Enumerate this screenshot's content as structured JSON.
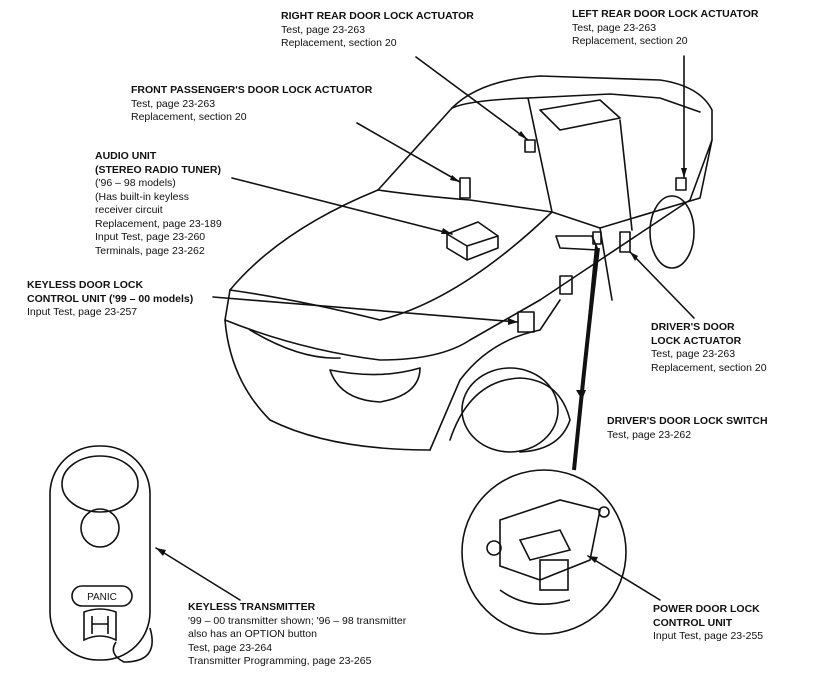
{
  "labels": {
    "right_rear": {
      "title": "RIGHT REAR DOOR LOCK ACTUATOR",
      "lines": [
        "Test, page 23-263",
        "Replacement, section 20"
      ]
    },
    "left_rear": {
      "title": "LEFT REAR DOOR LOCK ACTUATOR",
      "lines": [
        "Test, page 23-263",
        "Replacement, section 20"
      ]
    },
    "front_passenger": {
      "title": "FRONT PASSENGER'S DOOR LOCK ACTUATOR",
      "lines": [
        "Test, page 23-263",
        "Replacement, section 20"
      ]
    },
    "audio": {
      "title_lines": [
        "AUDIO UNIT",
        "(STEREO RADIO TUNER)"
      ],
      "lines": [
        "('96 – 98 models)",
        "(Has built-in keyless",
        "receiver circuit",
        "Replacement, page 23-189",
        "Input Test, page 23-260",
        "Terminals, page 23-262"
      ]
    },
    "keyless_unit": {
      "title_lines": [
        "KEYLESS DOOR LOCK",
        "CONTROL UNIT ('99 – 00 models)"
      ],
      "lines": [
        "Input Test, page 23-257"
      ]
    },
    "driver_actuator": {
      "title_lines": [
        "DRIVER'S DOOR",
        "LOCK ACTUATOR"
      ],
      "lines": [
        "Test, page 23-263",
        "Replacement, section 20"
      ]
    },
    "driver_switch": {
      "title": "DRIVER'S DOOR LOCK SWITCH",
      "lines": [
        "Test, page 23-262"
      ]
    },
    "power_unit": {
      "title_lines": [
        "POWER DOOR LOCK",
        "CONTROL UNIT"
      ],
      "lines": [
        "Input Test, page 23-255"
      ]
    },
    "transmitter": {
      "title": "KEYLESS TRANSMITTER",
      "lines": [
        "'99 – 00 transmitter shown; '96 – 98 transmitter",
        "also has an OPTION button",
        "Test, page 23-264",
        "Transmitter Programming, page 23-265"
      ]
    }
  },
  "fob_panic_text": "PANIC",
  "colors": {
    "ink": "#111111",
    "paper": "#ffffff"
  }
}
